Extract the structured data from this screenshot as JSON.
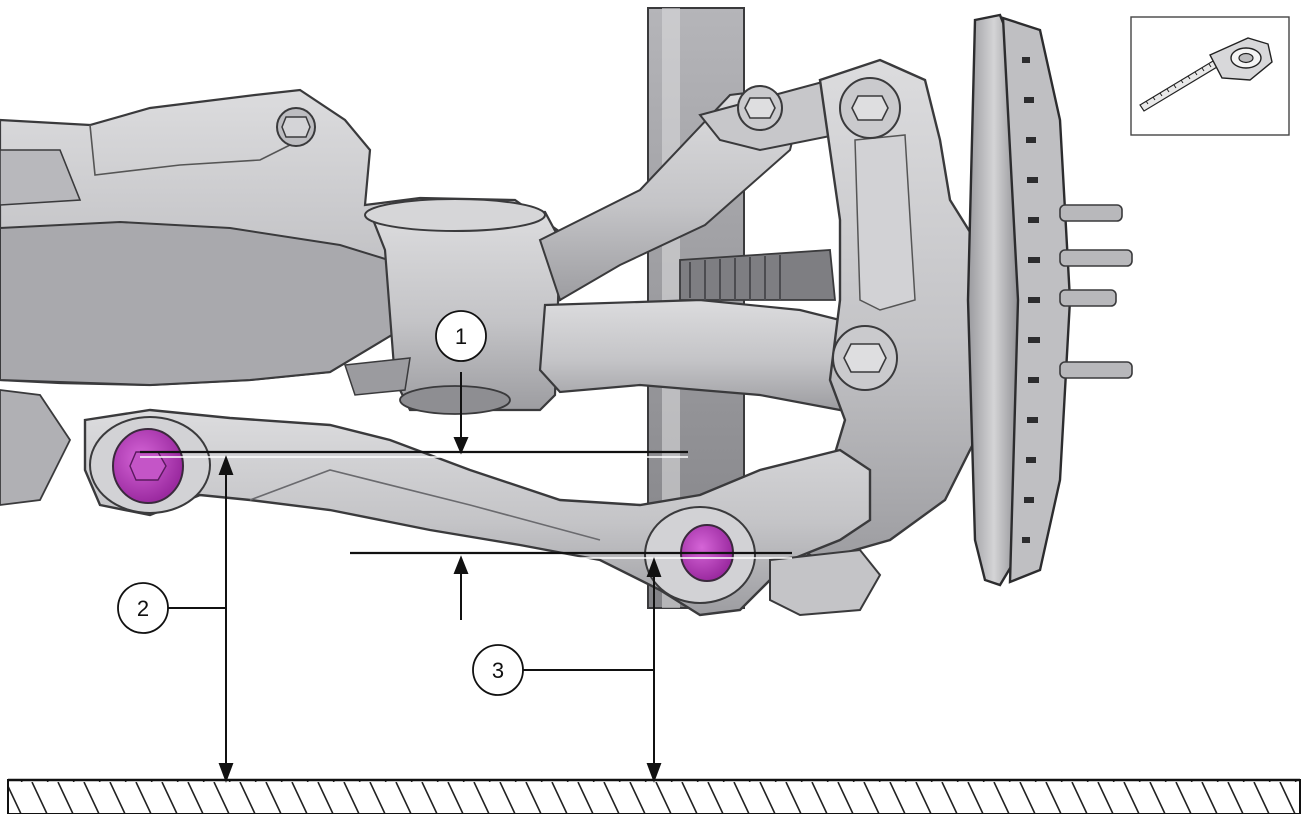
{
  "diagram": {
    "callouts": [
      {
        "id": "1",
        "label": "1"
      },
      {
        "id": "2",
        "label": "2"
      },
      {
        "id": "3",
        "label": "3"
      }
    ],
    "tool_icon": "measuring-tape-icon",
    "colors": {
      "background": "#ffffff",
      "part_fill": "#c9c9cc",
      "part_dark": "#8e8e92",
      "part_light": "#e4e4e6",
      "outline": "#3a3a3c",
      "bolt_highlight": "#b23bb4",
      "ground_hatch": "#222222"
    }
  }
}
